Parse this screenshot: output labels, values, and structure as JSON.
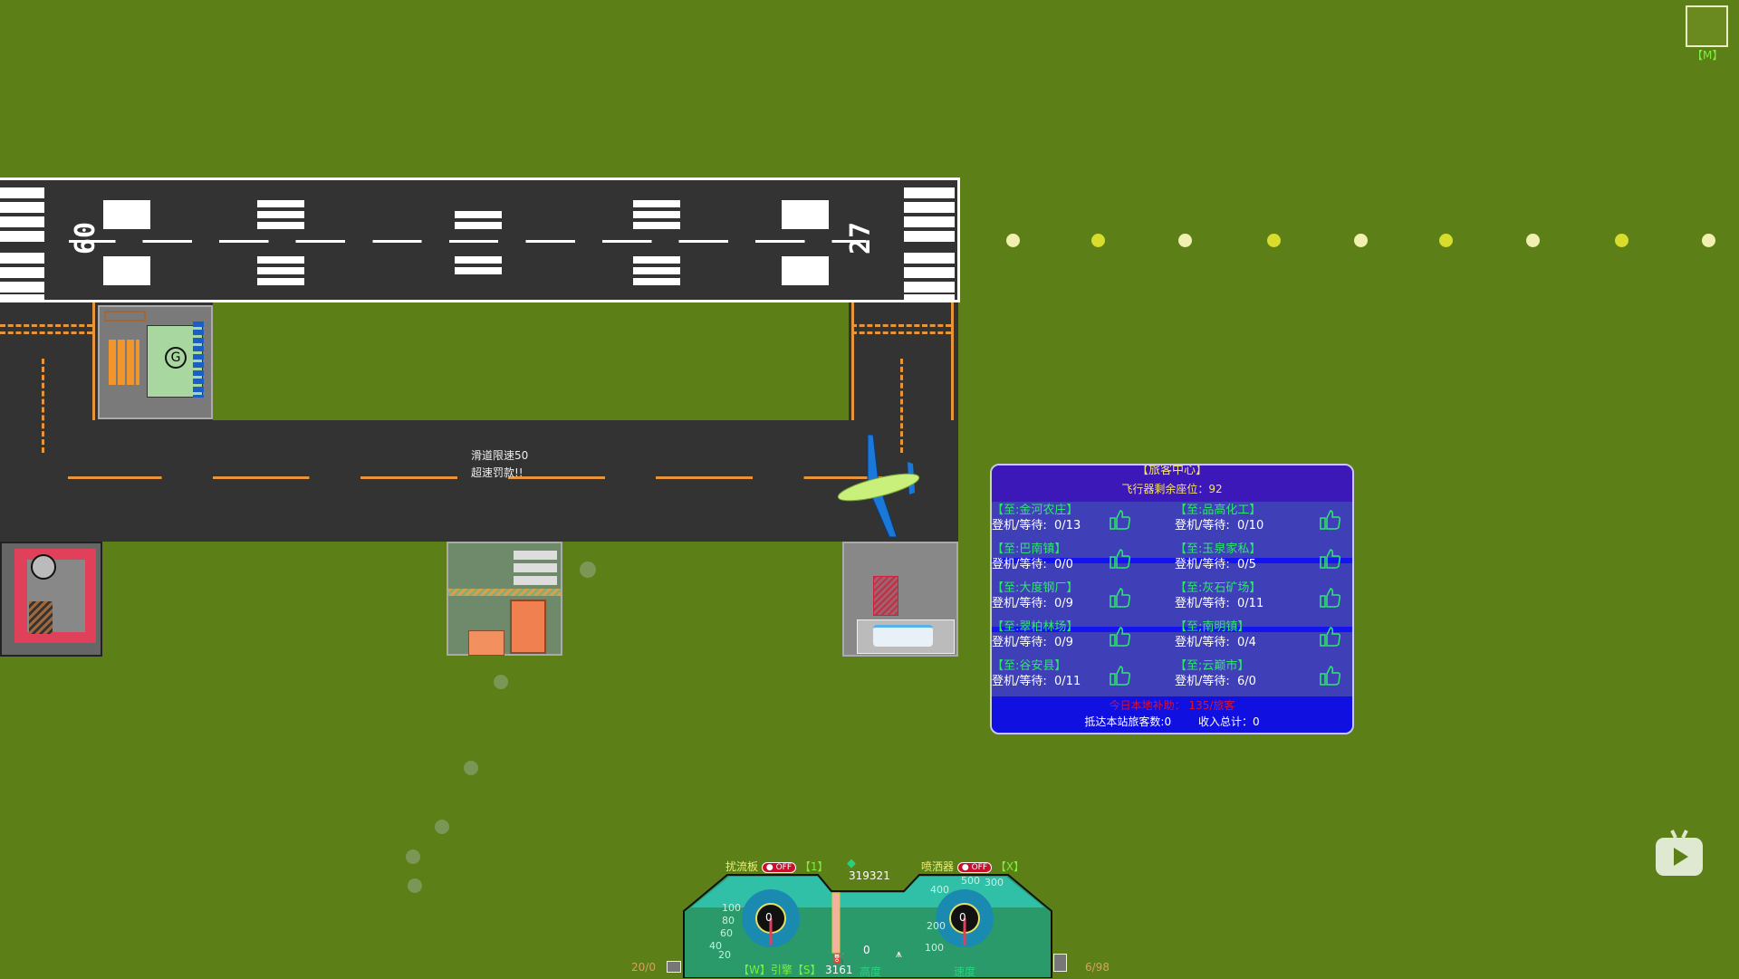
{
  "runway": {
    "number_left": "09",
    "number_right": "27"
  },
  "taxiway": {
    "sign_line1": "滑道限速50",
    "sign_line2": "超速罚款!!"
  },
  "minimap": {
    "hotkey": "【M】"
  },
  "lights": {
    "colors": [
      "#f2f0b0",
      "#d8dc2a"
    ]
  },
  "passenger_center": {
    "title": "【旅客中心】",
    "seats_label": "飞行器剩余座位：92",
    "value_label": "登机/等待:",
    "destinations": [
      {
        "name": "【至:金河农庄】",
        "value": "0/13"
      },
      {
        "name": "【至:品高化工】",
        "value": "0/10"
      },
      {
        "name": "【至:巴南镇】",
        "value": "0/0"
      },
      {
        "name": "【至:玉泉家私】",
        "value": "0/5"
      },
      {
        "name": "【至:大度钢厂】",
        "value": "0/9"
      },
      {
        "name": "【至:灰石矿场】",
        "value": "0/11"
      },
      {
        "name": "【至:翠柏林场】",
        "value": "0/9"
      },
      {
        "name": "【至;南明镇】",
        "value": "0/4"
      },
      {
        "name": "【至:谷安县】",
        "value": "0/11"
      },
      {
        "name": "【至;云巅市】",
        "value": "6/0"
      }
    ],
    "subsidy": "今日本地补助： 135/旅客",
    "arrived": "抵达本站旅客数:0",
    "income": "收入总计：0",
    "colors": {
      "dest": "#2ee86a",
      "subsidy": "#e0102a"
    }
  },
  "dashboard": {
    "spoiler_label": "扰流板",
    "spoiler_state": "OFF",
    "spoiler_key": "【1】",
    "sprayer_label": "喷洒器",
    "sprayer_state": "OFF",
    "sprayer_key": "【X】",
    "money": "319321",
    "fuel": "3161",
    "altitude_value": "0",
    "altitude_label": "高度",
    "engine_label": "【W】引擎【S】",
    "engine_value": "0",
    "engine_ticks": [
      "100",
      "80",
      "60",
      "40",
      "20"
    ],
    "speed_label": "速度",
    "speed_value": "0",
    "speed_ticks": [
      "400",
      "500",
      "300",
      "200",
      "100"
    ],
    "fuel_level": 0.95
  },
  "status": {
    "cargo": "20/0",
    "passengers": "6/98"
  }
}
